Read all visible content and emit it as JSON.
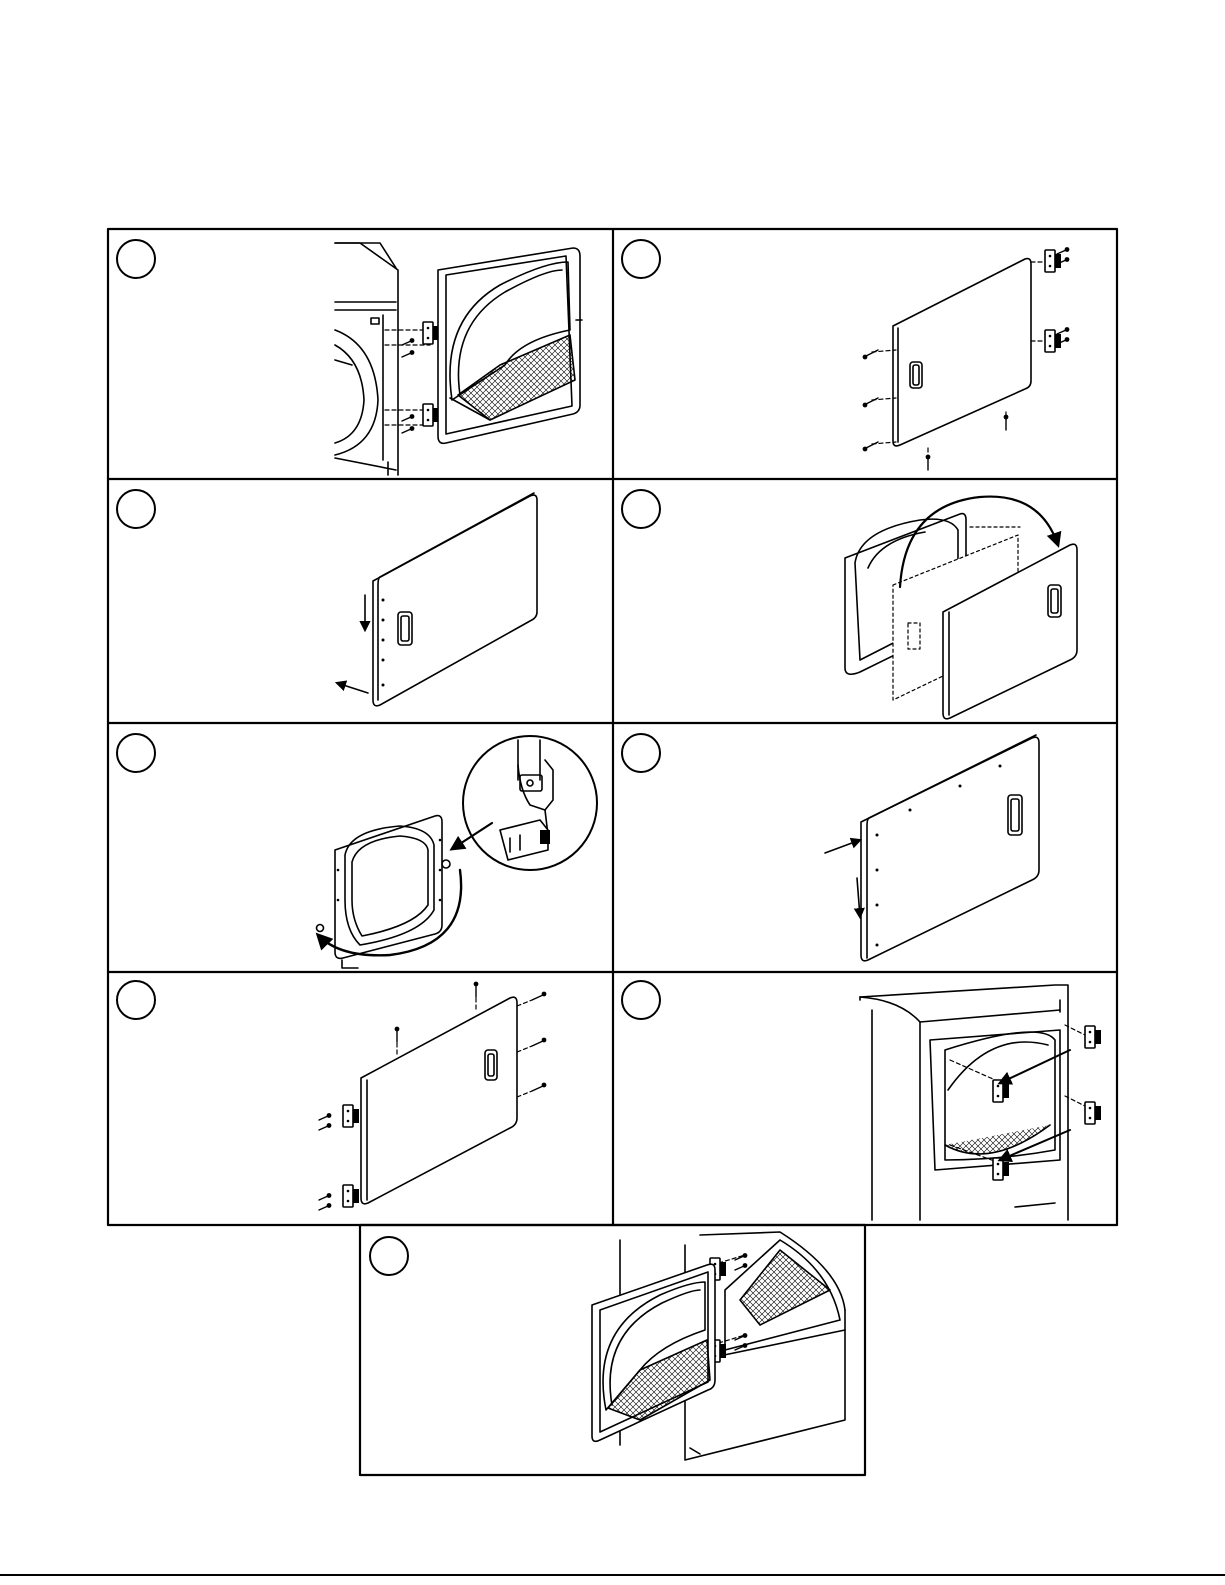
{
  "page": {
    "background": "#ffffff",
    "line_color": "#000000"
  },
  "steps": [
    {
      "icon": "door-hinge-removal-illustration"
    },
    {
      "icon": "door-screws-removal-illustration"
    },
    {
      "icon": "door-panel-slide-illustration"
    },
    {
      "icon": "door-panel-flip-illustration"
    },
    {
      "icon": "door-latch-strike-illustration"
    },
    {
      "icon": "door-panel-reassemble-illustration"
    },
    {
      "icon": "door-hinge-install-illustration"
    },
    {
      "icon": "cabinet-hinge-plates-illustration"
    },
    {
      "icon": "door-reinstall-illustration"
    }
  ]
}
